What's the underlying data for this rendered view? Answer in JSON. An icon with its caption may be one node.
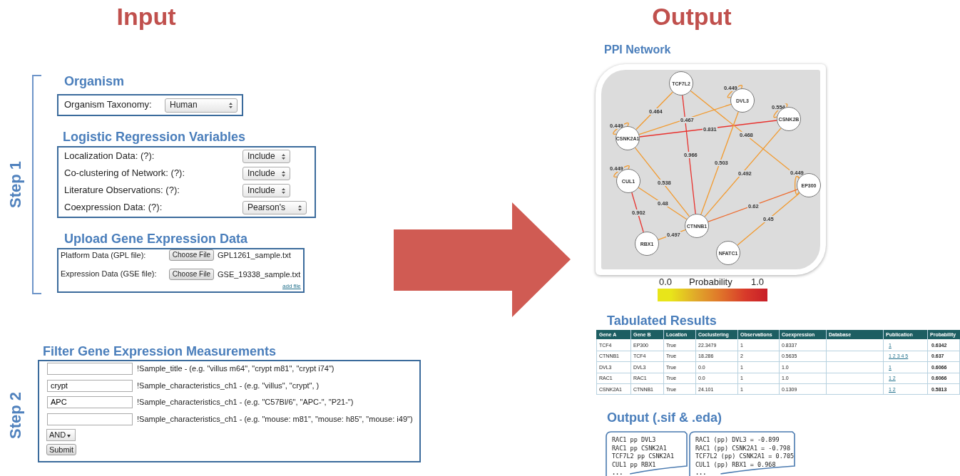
{
  "diagram": {
    "nodes": [
      {
        "text": [
          "Organism",
          "Organism Taxonomy:",
          "Human"
        ]
      },
      {
        "text": [
          "Logistic Regression Variables",
          "Localization Data: (?):",
          "Include",
          "Co-clustering of Network: (?):",
          "Include",
          "Literature Observations: (?):",
          "Include",
          "Coexpression Data: (?):",
          "Pearson's"
        ]
      },
      {
        "text": [
          "Upload Gene Expression Data",
          "Platform Data (GPL file):",
          "Choose File",
          "GPL1261_sample.txt",
          "Expression Data (GSE file):",
          "Choose File",
          "GSE_19338_sample.txt",
          "add file"
        ]
      },
      {
        "text": [
          "Filter Gene Expression Measurements",
          "!Sample_title - (e.g. \"villus m64\", \"crypt m81\", \"crypt i74\")",
          "crypt",
          "!Sample_characteristics_ch1 - (e.g. \"villus\", \"crypt\", )",
          "APC",
          "!Sample_characteristics_ch1 - (e.g. \"C57Bl/6\", \"APC-\", \"P21-\")",
          "!Sample_characteristics_ch1 - (e.g. \"mouse: m81\", \"mouse: h85\", \"mouse: i49\")",
          "AND",
          "Submit"
        ]
      },
      {
        "text": [
          "PPI Network"
        ]
      },
      {
        "text": [
          "TCF7L2"
        ],
        "in": 4
      },
      {
        "text": [
          "DVL3"
        ],
        "in": 4
      },
      {
        "text": [
          "CSNK2B"
        ],
        "in": 4
      },
      {
        "text": [
          "CSNK2A1"
        ],
        "in": 4
      },
      {
        "text": [
          "CUL1"
        ],
        "in": 4
      },
      {
        "text": [
          "EP300"
        ],
        "in": 4
      },
      {
        "text": [
          "CTNNB1"
        ],
        "in": 4
      },
      {
        "text": [
          "RBX1"
        ],
        "in": 4
      },
      {
        "text": [
          "NFATC1"
        ],
        "in": 4
      },
      {
        "text": [
          "RAC1 pp DVL3",
          "RAC1 pp CSNK2A1",
          "TCF7L2 pp CSNK2A1",
          "CUL1 pp RBX1",
          "..."
        ]
      },
      {
        "text": [
          "RAC1 (pp) DVL3 = -0.899",
          "RAC1 (pp) CSNK2A1 = -0.798",
          "TCF7L2 (pp) CSNK2A1 = 0.705",
          "CUL1 (pp) RBX1 = 0.968",
          "..."
        ]
      },
      {
        "text": [],
        "shape": "bar",
        "beside": [
          "0.0",
          "Probability",
          "1.0"
        ]
      }
    ],
    "edges": [
      {
        "from": 5,
        "to": 8,
        "arrow": "none",
        "label": "0.464"
      },
      {
        "from": 6,
        "to": 6,
        "arrow": "none",
        "label": "0.449"
      },
      {
        "from": 6,
        "to": 8,
        "arrow": "none",
        "label": "0.467"
      },
      {
        "from": 7,
        "to": 7,
        "arrow": "none",
        "label": "0.554"
      },
      {
        "from": 7,
        "to": 8,
        "arrow": "none",
        "label": "0.831",
        "color": "#e8322e"
      },
      {
        "from": 8,
        "to": 8,
        "arrow": "none",
        "label": "0.449"
      },
      {
        "from": 5,
        "to": 11,
        "arrow": "none",
        "label": "0.966",
        "color": "#e8322e"
      },
      {
        "from": 5,
        "to": 10,
        "arrow": "none",
        "label": "0.468"
      },
      {
        "from": 6,
        "to": 11,
        "arrow": "none",
        "label": "0.503"
      },
      {
        "from": 7,
        "to": 11,
        "arrow": "none",
        "label": "0.492"
      },
      {
        "from": 9,
        "to": 9,
        "arrow": "none",
        "label": "0.449"
      },
      {
        "from": 8,
        "to": 11,
        "arrow": "none",
        "label": "0.538"
      },
      {
        "from": 10,
        "to": 10,
        "arrow": "none",
        "label": "0.449"
      },
      {
        "from": 9,
        "to": 11,
        "arrow": "none",
        "label": "0.48"
      },
      {
        "from": 9,
        "to": 12,
        "arrow": "none",
        "label": "0.902",
        "color": "#e8322e"
      },
      {
        "from": 10,
        "to": 11,
        "arrow": "none",
        "label": "0.62",
        "color": "#ee6a2c"
      },
      {
        "from": 10,
        "to": 13,
        "arrow": "none",
        "label": "0.45"
      },
      {
        "from": 12,
        "to": 11,
        "arrow": "none",
        "label": "0.497"
      }
    ],
    "labels": [
      "Input",
      "Output",
      "Step 1",
      "Step 2",
      "Tabulated Results",
      "Gene A",
      "Gene B",
      "Location",
      "Coclustering",
      "Observations",
      "Coexpression",
      "Database",
      "Publication",
      "Probability",
      "TCF4",
      "EP300",
      "True",
      "22.3479",
      "1",
      "0.8337",
      "1",
      "0.6342",
      "CTNNB1",
      "TCF4",
      "True",
      "18.286",
      "2",
      "0.5635",
      "1 2 3 4 5",
      "0.637",
      "DVL3",
      "DVL3",
      "True",
      "0.0",
      "1",
      "1.0",
      "1",
      "0.6066",
      "RAC1",
      "RAC1",
      "True",
      "0.0",
      "1",
      "1.0",
      "1 2",
      "0.6066",
      "CSNK2A1",
      "CTNNB1",
      "True",
      "24.101",
      "1",
      "0.1309",
      "1 2",
      "0.5813",
      "Output (.sif & .eda)"
    ]
  }
}
